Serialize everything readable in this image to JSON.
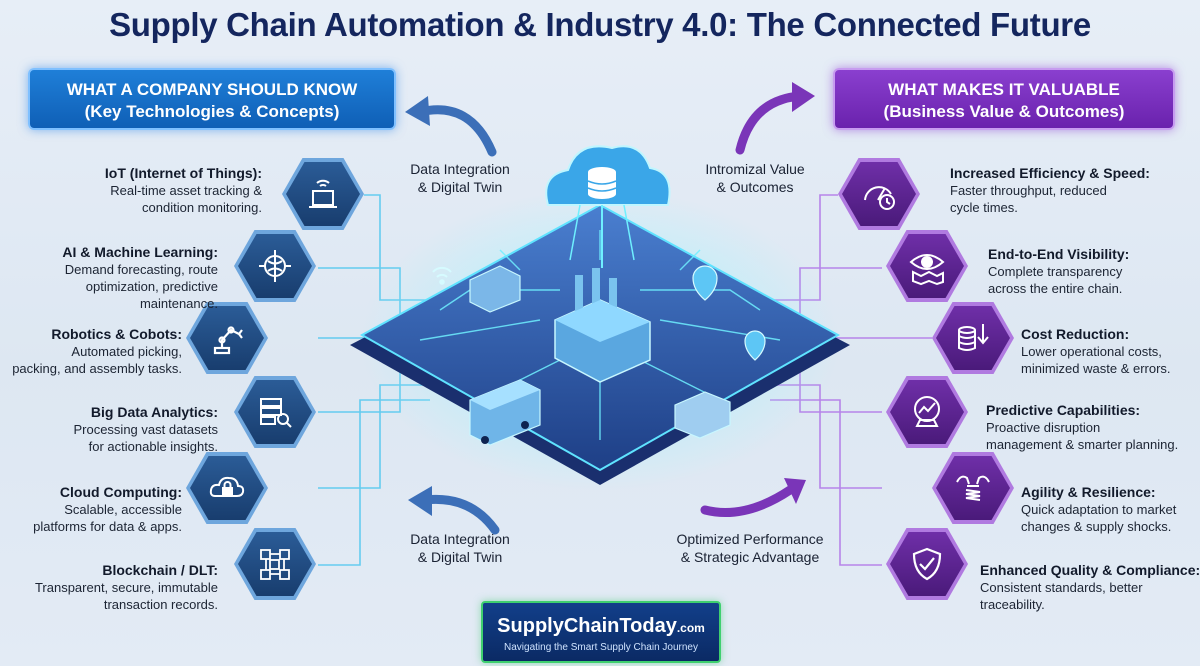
{
  "title": "Supply Chain Automation & Industry 4.0: The Connected Future",
  "left_header": {
    "line1": "WHAT A COMPANY SHOULD KNOW",
    "line2": "(Key Technologies & Concepts)"
  },
  "right_header": {
    "line1": "WHAT MAKES IT VALUABLE",
    "line2": "(Business Value & Outcomes)"
  },
  "left_items": [
    {
      "heading": "IoT (Internet of Things):",
      "lines": [
        "Real-time asset tracking &",
        "condition monitoring."
      ],
      "icon": "iot-box-icon"
    },
    {
      "heading": "AI & Machine Learning:",
      "lines": [
        "Demand forecasting, route",
        "optimization, predictive",
        "maintenance."
      ],
      "icon": "brain-chip-icon"
    },
    {
      "heading": "Robotics & Cobots:",
      "lines": [
        "Automated picking,",
        "packing, and assembly tasks."
      ],
      "icon": "robot-arm-icon"
    },
    {
      "heading": "Big Data Analytics:",
      "lines": [
        "Processing vast datasets",
        "for actionable insights."
      ],
      "icon": "server-magnifier-icon"
    },
    {
      "heading": "Cloud Computing:",
      "lines": [
        "Scalable, accessible",
        "platforms for data & apps."
      ],
      "icon": "cloud-lock-icon"
    },
    {
      "heading": "Blockchain / DLT:",
      "lines": [
        "Transparent, secure, immutable",
        "transaction records."
      ],
      "icon": "blockchain-cubes-icon"
    }
  ],
  "right_items": [
    {
      "heading": "Increased Efficiency & Speed:",
      "lines": [
        "Faster throughput, reduced",
        "cycle times."
      ],
      "icon": "speedometer-clock-icon"
    },
    {
      "heading": "End-to-End Visibility:",
      "lines": [
        "Complete transparency",
        "across the entire chain."
      ],
      "icon": "eye-map-icon"
    },
    {
      "heading": "Cost Reduction:",
      "lines": [
        "Lower operational costs,",
        "minimized waste & errors."
      ],
      "icon": "coins-down-arrow-icon"
    },
    {
      "heading": "Predictive Capabilities:",
      "lines": [
        "Proactive disruption",
        "management & smarter planning."
      ],
      "icon": "crystal-ball-icon"
    },
    {
      "heading": "Agility & Resilience:",
      "lines": [
        "Quick adaptation to market",
        "changes & supply shocks."
      ],
      "icon": "flexing-spring-icon"
    },
    {
      "heading": "Enhanced Quality & Compliance:",
      "lines": [
        "Consistent standards, better",
        "traceability."
      ],
      "icon": "shield-check-icon"
    }
  ],
  "flow_labels": {
    "top_left": [
      "Data Integration",
      "& Digital Twin"
    ],
    "top_right": [
      "Intromizal Value",
      "& Outcomes"
    ],
    "bottom_left": [
      "Data Integration",
      "& Digital Twin"
    ],
    "bottom_right": [
      "Optimized Performance",
      "& Strategic Advantage"
    ]
  },
  "brand": {
    "name": "SupplyChainToday",
    "suffix": ".com",
    "tagline": "Navigating the Smart Supply Chain Journey"
  },
  "colors": {
    "title": "#14265e",
    "left_accent": "#1f7fd8",
    "right_accent": "#8a3fcf",
    "brand_border": "#3fd06f",
    "circuit_cyan": "#3fe0ff"
  },
  "central_icons": [
    "cloud-database-icon",
    "factory-icon",
    "truck-icon",
    "warehouse-icon",
    "location-pin-icon",
    "wifi-icon"
  ]
}
